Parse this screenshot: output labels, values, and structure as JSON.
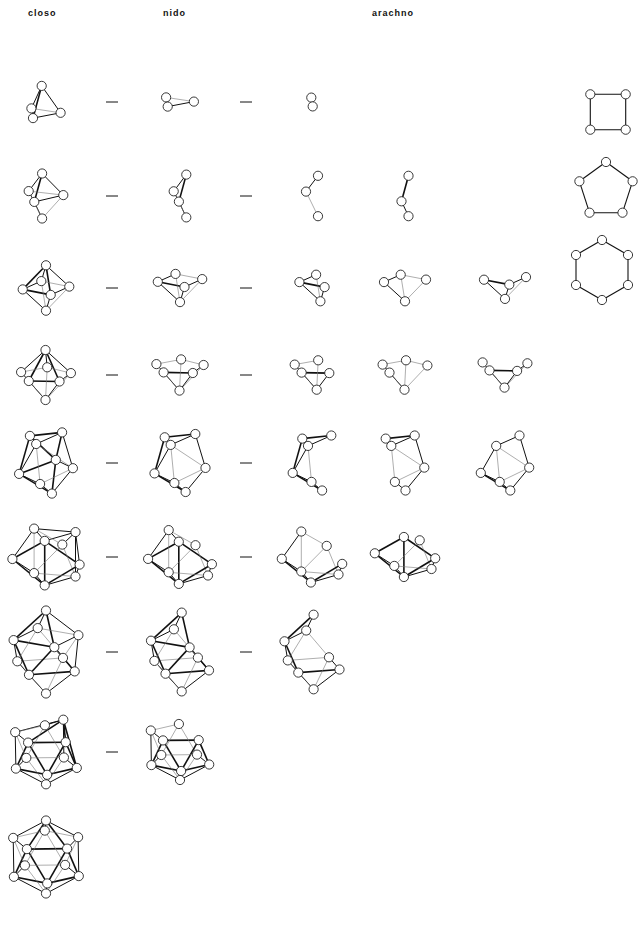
{
  "diagram": {
    "labels": [
      "closo",
      "nido",
      "arachno"
    ]
  }
}
